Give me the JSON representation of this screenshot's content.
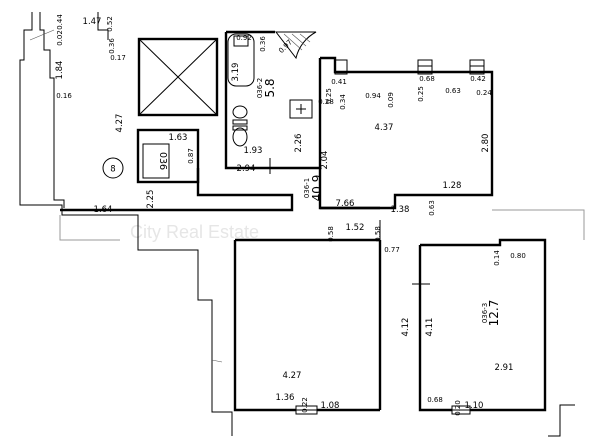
{
  "watermark": "City Real Estate",
  "plan_code": "036",
  "stair_number": "8",
  "rooms": [
    {
      "code": "036-1",
      "area": "40.9"
    },
    {
      "code": "036-2",
      "area": "5.8"
    },
    {
      "code": "036-3",
      "area": "12.7"
    }
  ],
  "dimensions": [
    "0.44",
    "0.02",
    "1.47",
    "0.52",
    "0.36",
    "0.17",
    "1.84",
    "0.16",
    "4.27",
    "0.92",
    "0.36",
    "0.97",
    "3.19",
    "1.63",
    "0.87",
    "1.93",
    "2.26",
    "2.04",
    "2.94",
    "2.25",
    "1.64",
    "0.58",
    "1.52",
    "0.58",
    "7.66",
    "1.38",
    "0.63",
    "1.28",
    "2.80",
    "4.37",
    "0.41",
    "0.25",
    "0.28",
    "0.34",
    "0.94",
    "0.09",
    "0.68",
    "0.25",
    "0.63",
    "0.42",
    "0.24",
    "0.77",
    "0.14",
    "0.80",
    "4.12",
    "4.11",
    "4.27",
    "2.91",
    "1.36",
    "0.22",
    "1.08",
    "0.68",
    "0.20",
    "1.10"
  ]
}
